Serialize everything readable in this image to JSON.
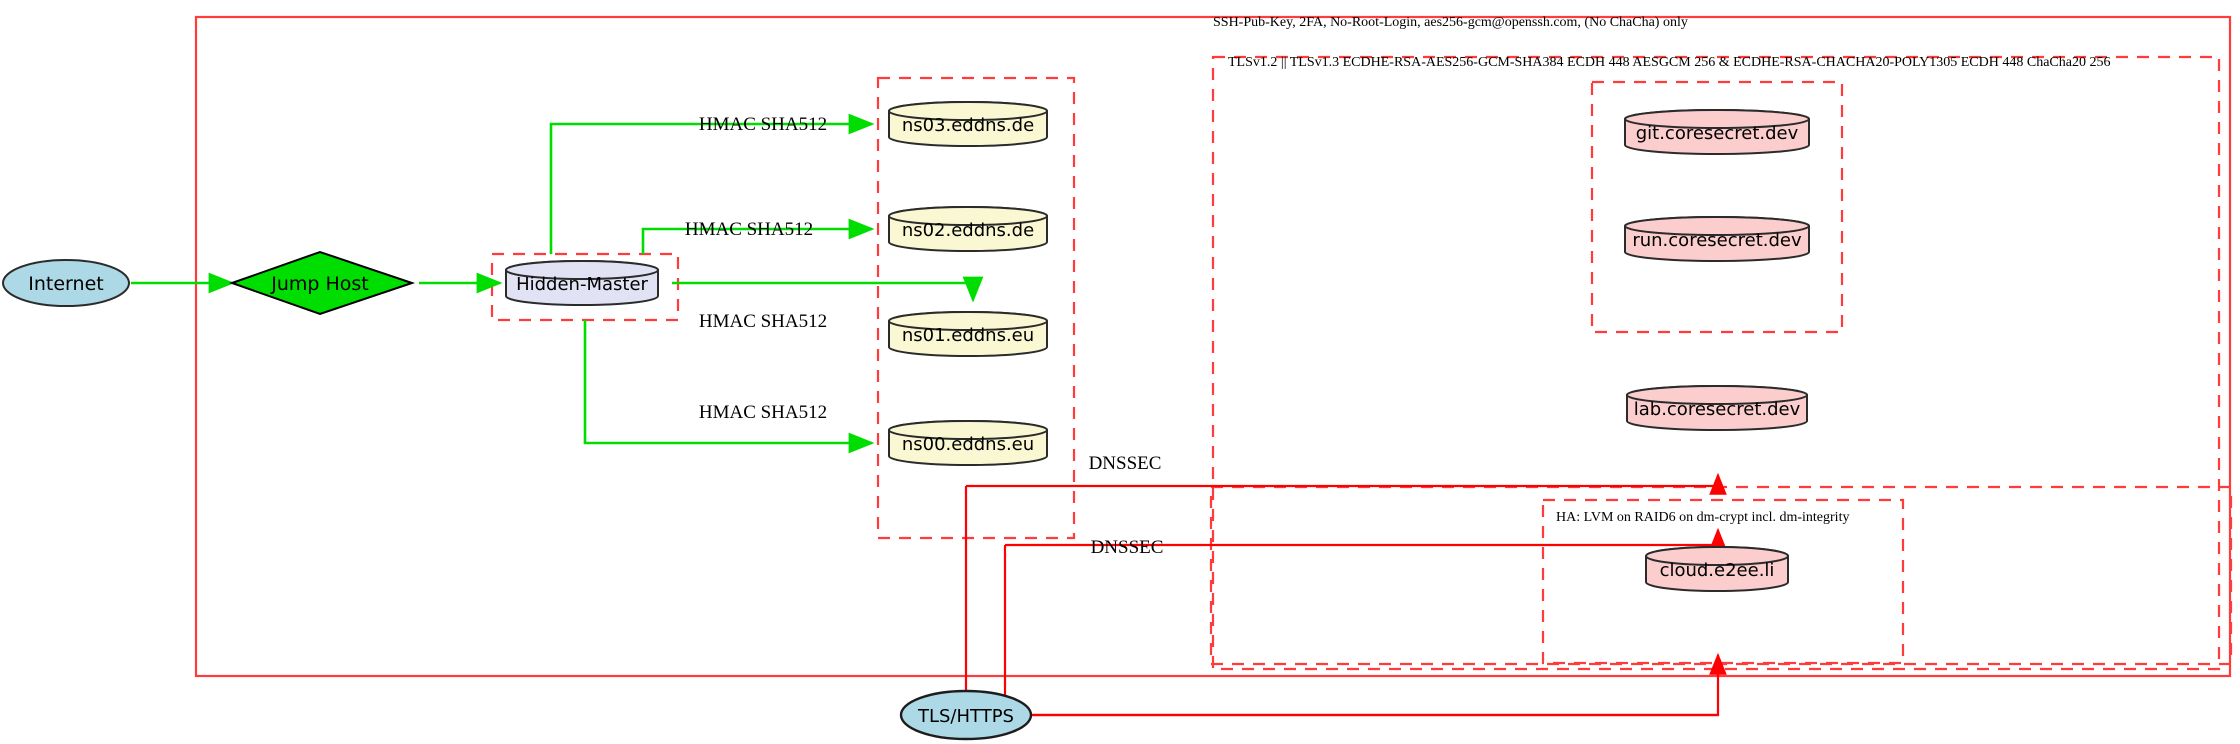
{
  "diagram": {
    "title_label": "SSH-Pub-Key, 2FA, No-Root-Login, aes256-gcm@openssh.com, (No ChaCha) only",
    "colors": {
      "boundary_red": "#ff0000",
      "edge_green": "#00dd00",
      "edge_red": "#ff0000",
      "internet_fill": "#add8e6",
      "jumphost_fill": "#00dd00",
      "hidden_master_fill": "#e2e2f5",
      "dns_fill": "#faf8d2",
      "service_fill": "#fbcdcd",
      "tls_fill": "#add8e6"
    },
    "groups": {
      "tls_policy": "TLSv1.2 || TLSv1.3 ECDHE-RSA-AES256-GCM-SHA384 ECDH 448 AESGCM 256 & ECDHE-RSA-CHACHA20-POLY1305 ECDH 448 ChaCha20 256",
      "ha_policy": "HA: LVM on RAID6 on dm-crypt incl. dm-integrity"
    },
    "nodes": {
      "internet": "Internet",
      "jump_host": "Jump Host",
      "hidden_master": "Hidden-Master",
      "ns03": "ns03.eddns.de",
      "ns02": "ns02.eddns.de",
      "ns01": "ns01.eddns.eu",
      "ns00": "ns00.eddns.eu",
      "git": "git.coresecret.dev",
      "run": "run.coresecret.dev",
      "lab": "lab.coresecret.dev",
      "cloud": "cloud.e2ee.li",
      "tls_https": "TLS/HTTPS"
    },
    "edges": {
      "hmac_ns03": "HMAC SHA512",
      "hmac_ns02": "HMAC SHA512",
      "hmac_ns01": "HMAC SHA512",
      "hmac_ns00": "HMAC SHA512",
      "dnssec_upper": "DNSSEC",
      "dnssec_lower": "DNSSEC"
    }
  }
}
